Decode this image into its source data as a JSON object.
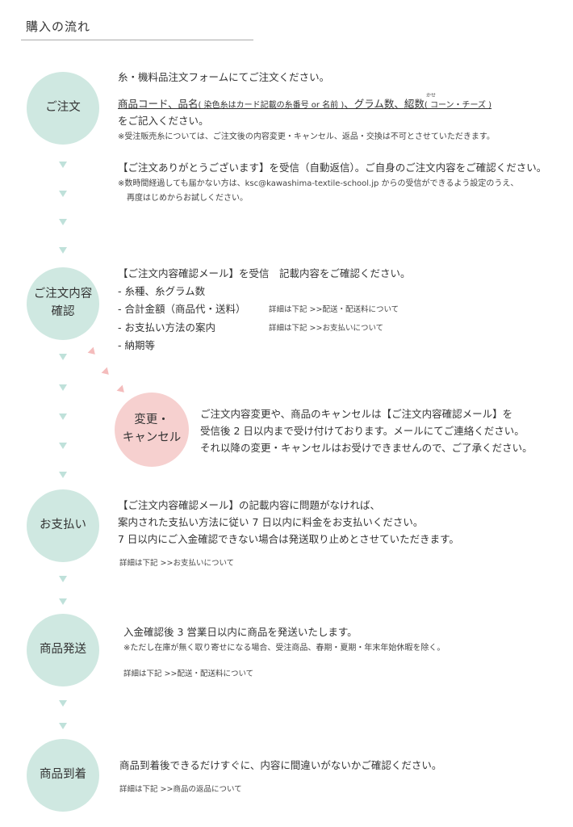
{
  "title": "購入の流れ",
  "steps": {
    "order": "ご注文",
    "confirm_l1": "ご注文内容",
    "confirm_l2": "確認",
    "change_l1": "変更・",
    "change_l2": "キャンセル",
    "payment": "お支払い",
    "ship": "商品発送",
    "arrive": "商品到着"
  },
  "order": {
    "l1": "糸・機料品注文フォームにてご注文ください。",
    "l2a": "商品コード、品名",
    "l2b": "( 染色糸はカード記載の糸番号 or 名前 )",
    "l2c": "、グラム数、",
    "l2d": "綛数",
    "l2e": "( コーン・チーズ )",
    "ruby": "かせ",
    "l3": "をご記入ください。",
    "note1": "※受注販売糸については、ご注文後の内容変更・キャンセル、返品・交換は不可とさせていただきます。",
    "l4": "【ご注文ありがとうございます】を受信（自動返信）。ご自身のご注文内容をご確認ください。",
    "note2": "※数時間経過しても届かない方は、ksc@kawashima-textile-school.jp からの受信ができるよう設定のうえ、",
    "note3": "再度はじめからお試しください。"
  },
  "confirm": {
    "l1": "【ご注文内容確認メール】を受信　記載内容をご確認ください。",
    "i1": "- 糸種、糸グラム数",
    "i2": "- 合計金額（商品代・送料）",
    "i2_note": "詳細は下記 >>配送・配送料について",
    "i3": "- お支払い方法の案内",
    "i3_note": "詳細は下記 >>お支払いについて",
    "i4": "- 納期等"
  },
  "change": {
    "l1": "ご注文内容変更や、商品のキャンセルは【ご注文内容確認メール】を",
    "l2": "受信後 2 日以内まで受け付けております。メールにてご連絡ください。",
    "l3": "それ以降の変更・キャンセルはお受けできませんので、ご了承ください。"
  },
  "payment": {
    "l1": "【ご注文内容確認メール】の記載内容に問題がなければ、",
    "l2": "案内された支払い方法に従い 7 日以内に料金をお支払いください。",
    "l3": "7 日以内にご入金確認できない場合は発送取り止めとさせていただきます。",
    "note": "詳細は下記 >>お支払いについて"
  },
  "ship": {
    "l1": "入金確認後 3 営業日以内に商品を発送いたします。",
    "l2": "※ただし在庫が無く取り寄せになる場合、受注商品、春期・夏期・年末年始休暇を除く。",
    "note": "詳細は下記 >>配送・配送料について"
  },
  "arrive": {
    "l1": "商品到着後できるだけすぐに、内容に間違いがないかご確認ください。",
    "note": "詳細は下記 >>商品の返品について"
  },
  "colors": {
    "mint": "#cfe8e1",
    "pink": "#f6d0cf",
    "arrow": "#bfe1da",
    "pink_arrow": "#f4bcbc"
  }
}
